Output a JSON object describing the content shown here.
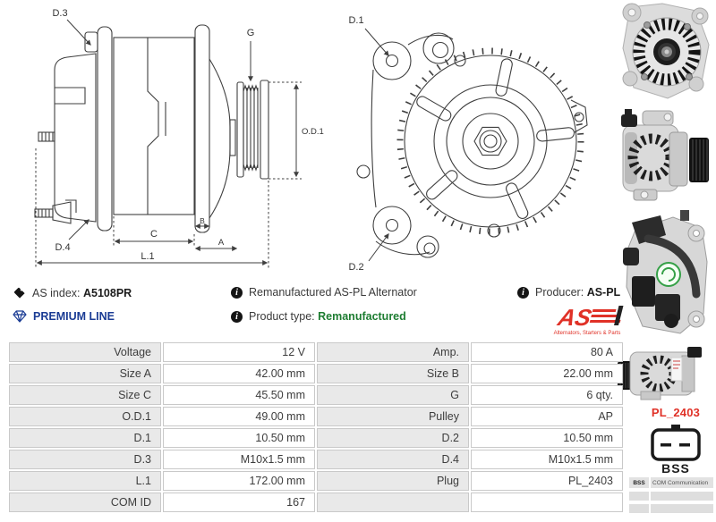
{
  "colors": {
    "accent_blue": "#1b3c94",
    "accent_green": "#1e7d32",
    "accent_red": "#e03127",
    "table_label_bg": "#e9e9e9",
    "table_border": "#c9c9c9",
    "text": "#3d3d3d"
  },
  "drawings": {
    "side": {
      "d3": "D.3",
      "g": "G",
      "od1": "O.D.1",
      "d4": "D.4",
      "c": "C",
      "b": "B",
      "a": "A",
      "l1": "L.1"
    },
    "front": {
      "d1": "D.1",
      "d2": "D.2"
    }
  },
  "info": {
    "as_index_label": "AS index:",
    "as_index_value": "A5108PR",
    "premium_line": "PREMIUM LINE",
    "description": "Remanufactured AS-PL Alternator",
    "product_type_label": "Product type:",
    "product_type_value": "Remanufactured",
    "producer_label": "Producer:",
    "producer_value": "AS-PL",
    "logo_text": "AS",
    "logo_tagline": "Alternators, Starters & Parts"
  },
  "plug": {
    "name": "PL_2403",
    "connector_label": "BSS",
    "pin_rows": [
      {
        "pin": "BSS",
        "desc": "COM Communication"
      }
    ]
  },
  "spec_table": {
    "rows": [
      {
        "l1": "Voltage",
        "v1": "12 V",
        "l2": "Amp.",
        "v2": "80 A"
      },
      {
        "l1": "Size A",
        "v1": "42.00 mm",
        "l2": "Size B",
        "v2": "22.00 mm"
      },
      {
        "l1": "Size C",
        "v1": "45.50 mm",
        "l2": "G",
        "v2": "6 qty."
      },
      {
        "l1": "O.D.1",
        "v1": "49.00 mm",
        "l2": "Pulley",
        "v2": "AP"
      },
      {
        "l1": "D.1",
        "v1": "10.50 mm",
        "l2": "D.2",
        "v2": "10.50 mm"
      },
      {
        "l1": "D.3",
        "v1": "M10x1.5 mm",
        "l2": "D.4",
        "v2": "M10x1.5 mm"
      },
      {
        "l1": "L.1",
        "v1": "172.00 mm",
        "l2": "Plug",
        "v2": "PL_2403"
      },
      {
        "l1": "COM ID",
        "v1": "167",
        "l2": "",
        "v2": ""
      }
    ]
  }
}
